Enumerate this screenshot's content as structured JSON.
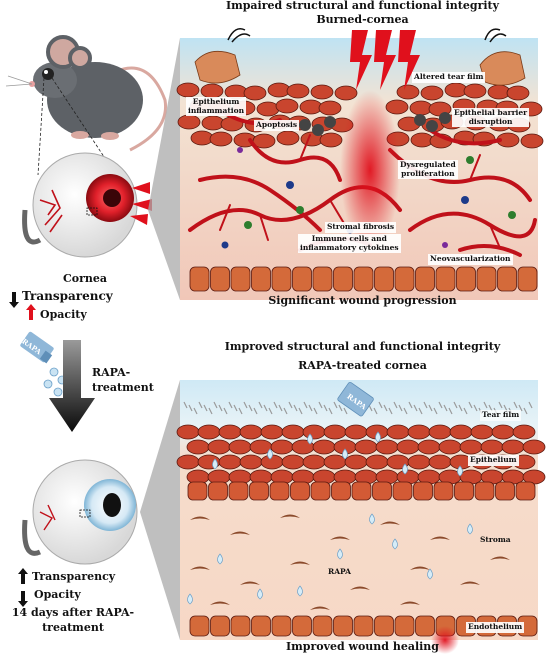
{
  "top": {
    "title": "Impaired structural and functional integrity",
    "subtitle": "Burned-cornea",
    "labels": {
      "epithelium_inflammation": "Epithelium\ninflammation",
      "apoptosis": "Apoptosis",
      "altered_tear_film": "Altered tear film",
      "epithelial_barrier": "Epithelial barrier\ndisruption",
      "dysregulated": "Dysregulated\nproliferation",
      "stromal_fibrosis": "Stromal fibrosis",
      "immune_cells": "Immune cells and\ninflammatory cytokines",
      "neovascularization": "Neovascularization"
    },
    "footer": "Significant wound progression"
  },
  "bottom": {
    "title": "Improved structural and functional integrity",
    "subtitle": "RAPA-treated cornea",
    "labels": {
      "rapa_vial": "RAPA",
      "tear_film": "Tear film",
      "epithelium": "Epithelium",
      "stroma": "Stroma",
      "rapa": "RAPA",
      "endothelium": "Endothelium"
    },
    "footer": "Improved wound healing"
  },
  "left": {
    "cornea": "Cornea",
    "transparency_down": "Transparency",
    "opacity_up": "Opacity",
    "rapa_vial": "RAPA",
    "treatment_1": "RAPA-",
    "treatment_2": "treatment",
    "transparency_up": "Transparency",
    "opacity_down": "Opacity",
    "days_1": "14 days after RAPA-",
    "days_2": "treatment"
  },
  "colors": {
    "vessel": "#c0111a",
    "cell": "#c9452e",
    "cell_border": "#5a1a10",
    "stroma_bg": "#f6dcc8",
    "tear_blue": "#bfe3f3",
    "wound_red": "#e0101c"
  }
}
